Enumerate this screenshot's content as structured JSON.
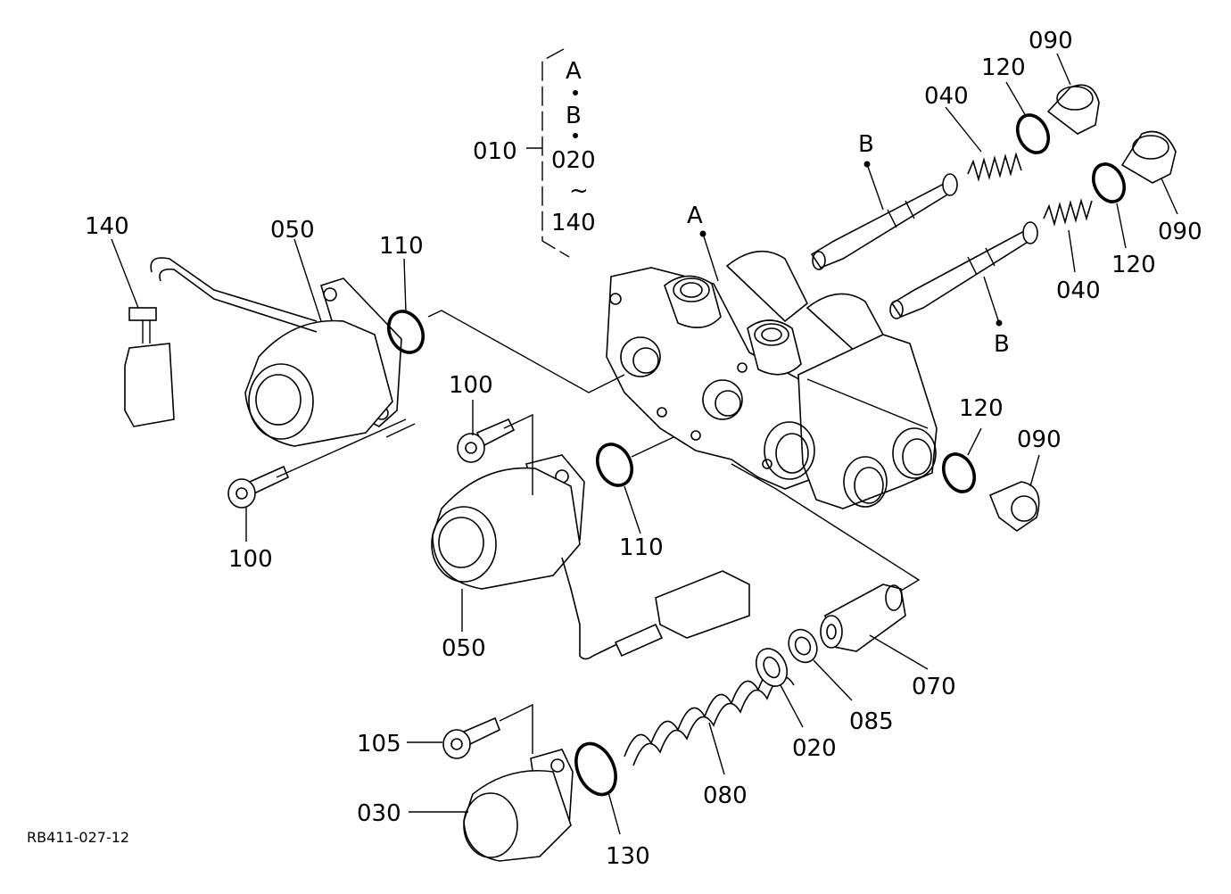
{
  "drawing_code": "RB411-027-12",
  "assembly": {
    "ref": "010",
    "range_lines": [
      "A",
      "B",
      "020",
      "~",
      "140"
    ]
  },
  "callouts": {
    "p140": "140",
    "p050_top": "050",
    "p110_top": "110",
    "p100_top": "100",
    "p100_left": "100",
    "p110_mid": "110",
    "p050_mid": "050",
    "pA": "A",
    "pB_top": "B",
    "p040_top": "040",
    "p120_top": "120",
    "p090_top": "090",
    "p090_right": "090",
    "p120_right": "120",
    "p040_right": "040",
    "pB_right": "B",
    "p120_mid": "120",
    "p090_mid": "090",
    "p070": "070",
    "p085": "085",
    "p020": "020",
    "p080": "080",
    "p105": "105",
    "p030": "030",
    "p130": "130"
  }
}
